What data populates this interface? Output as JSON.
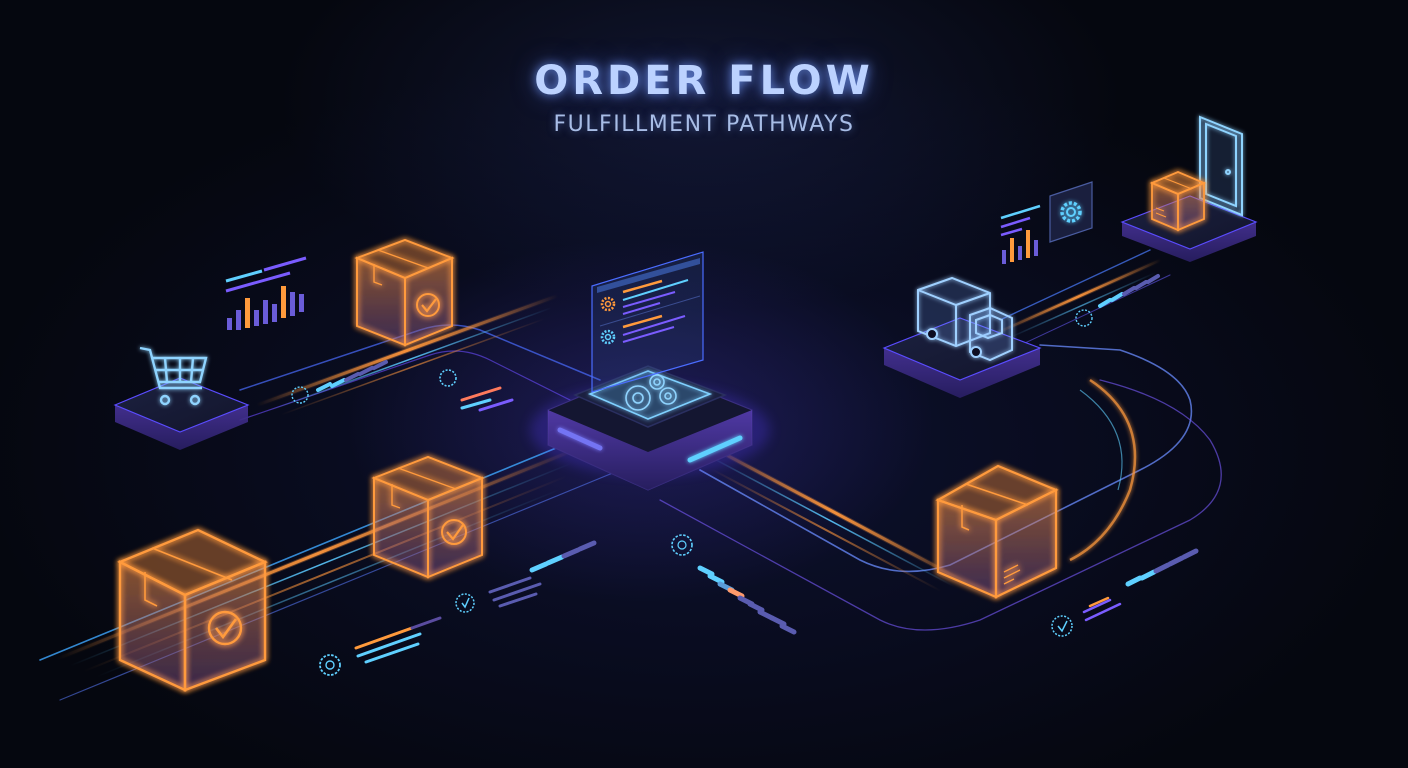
{
  "header": {
    "title": "ORDER FLOW",
    "subtitle": "FULFILLMENT PATHWAYS"
  },
  "stages": [
    {
      "id": "cart",
      "icon": "shopping-cart-icon",
      "label": "Shopping cart platform"
    },
    {
      "id": "processing",
      "icon": "gears-icon",
      "label": "Processing hub with floating panel"
    },
    {
      "id": "shipping",
      "icon": "delivery-truck-icon",
      "label": "Delivery truck platform"
    },
    {
      "id": "delivery",
      "icon": "door-icon",
      "label": "Doorstep delivery platform with package"
    }
  ],
  "packages": [
    {
      "id": "pkg-top-left",
      "status": "checked"
    },
    {
      "id": "pkg-mid-left",
      "status": "checked"
    },
    {
      "id": "pkg-bottom-left",
      "status": "checked"
    },
    {
      "id": "pkg-right",
      "status": "label"
    },
    {
      "id": "pkg-delivered",
      "status": "label"
    }
  ],
  "colors": {
    "background": "#070a18",
    "accent_orange": "#ff9a3c",
    "accent_cyan": "#5fd0ff",
    "accent_purple": "#7a5cff",
    "title": "#bcd2ff"
  }
}
